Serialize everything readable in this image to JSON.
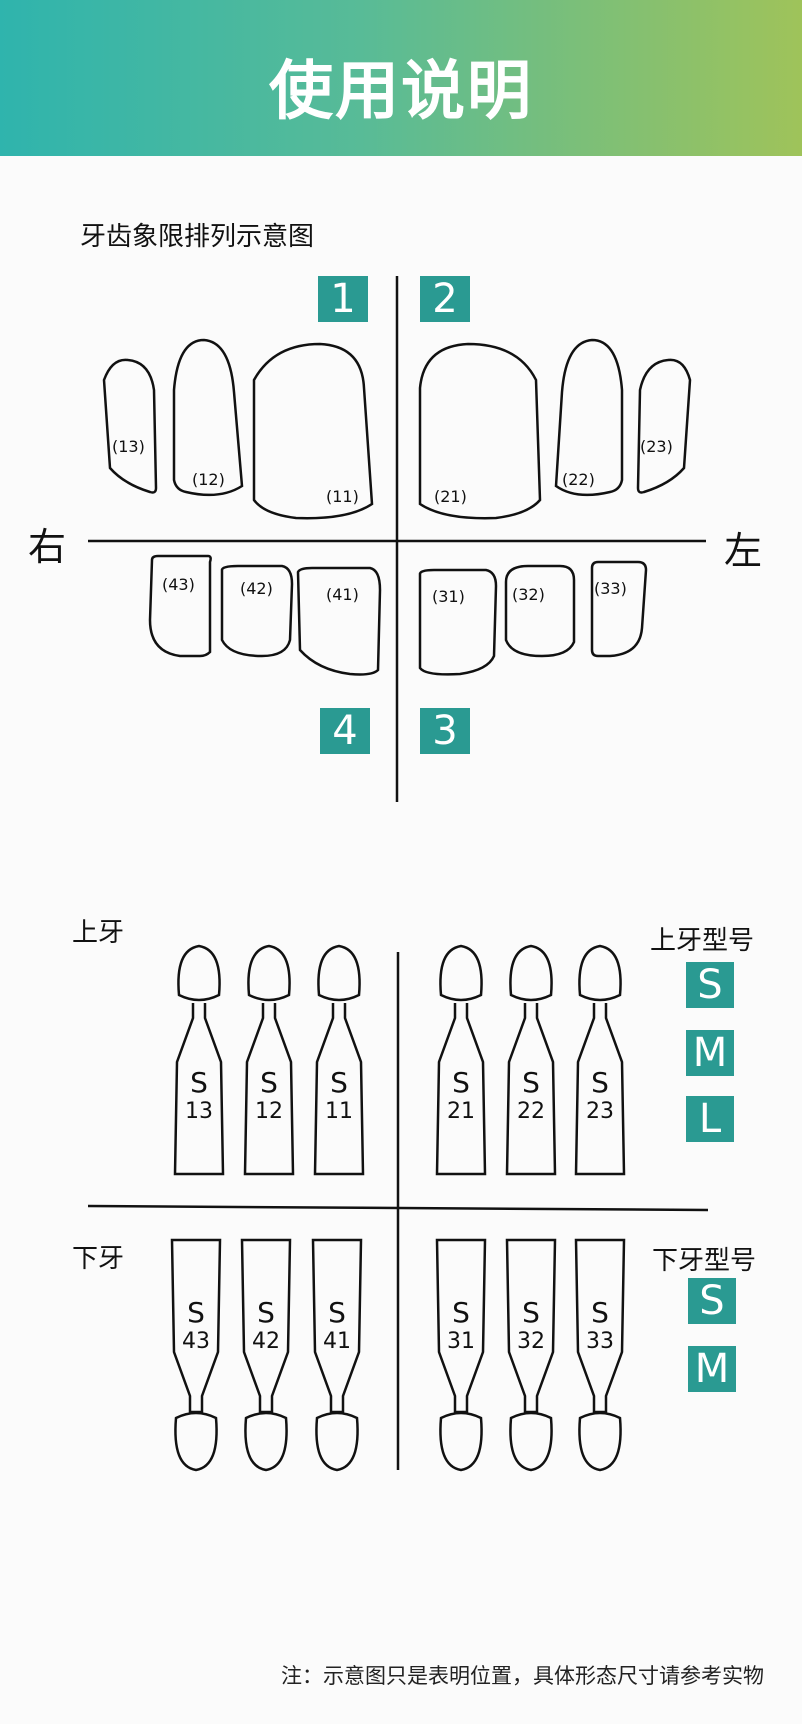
{
  "header": {
    "title": "使用说明"
  },
  "quadrant_section": {
    "title": "牙齿象限排列示意图",
    "quadrants": [
      "1",
      "2",
      "3",
      "4"
    ],
    "right_label": "右",
    "left_label": "左",
    "upper_teeth": [
      "(13)",
      "(12)",
      "(11)",
      "(21)",
      "(22)",
      "(23)"
    ],
    "lower_teeth": [
      "(43)",
      "(42)",
      "(41)",
      "(31)",
      "(32)",
      "(33)"
    ]
  },
  "models_section": {
    "upper_label": "上牙",
    "lower_label": "下牙",
    "upper_size_title": "上牙型号",
    "upper_sizes": [
      "S",
      "M",
      "L"
    ],
    "lower_size_title": "下牙型号",
    "lower_sizes": [
      "S",
      "M"
    ],
    "upper_molds": [
      {
        "size": "S",
        "num": "13"
      },
      {
        "size": "S",
        "num": "12"
      },
      {
        "size": "S",
        "num": "11"
      },
      {
        "size": "S",
        "num": "21"
      },
      {
        "size": "S",
        "num": "22"
      },
      {
        "size": "S",
        "num": "23"
      }
    ],
    "lower_molds": [
      {
        "size": "S",
        "num": "43"
      },
      {
        "size": "S",
        "num": "42"
      },
      {
        "size": "S",
        "num": "41"
      },
      {
        "size": "S",
        "num": "31"
      },
      {
        "size": "S",
        "num": "32"
      },
      {
        "size": "S",
        "num": "33"
      }
    ]
  },
  "footnote": "注：示意图只是表明位置，具体形态尺寸请参考实物",
  "colors": {
    "accent": "#2a9a92",
    "banner_start": "#2fb4ad",
    "banner_end": "#9fc35a"
  }
}
